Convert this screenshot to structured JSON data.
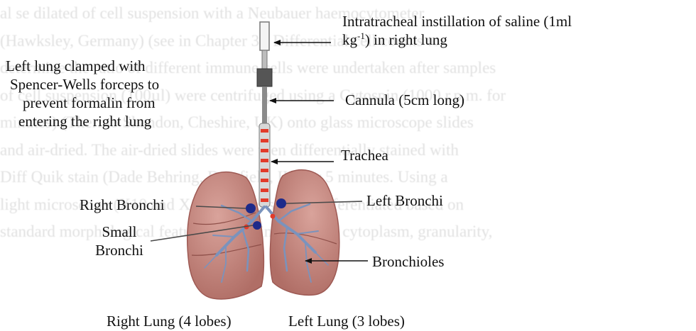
{
  "labels": {
    "saline_pre": "Intratracheal instillation of saline (1ml",
    "saline_unit": "kg",
    "saline_exp": "-1",
    "saline_post": ") in right lung",
    "clamp_1": "Left lung clamped with",
    "clamp_2": "Spencer-Wells forceps to",
    "clamp_3": "prevent formalin from",
    "clamp_4": "entering the right lung",
    "cannula": "Cannula (5cm long)",
    "trachea": "Trachea",
    "right_bronchi": "Right Bronchi",
    "left_bronchi": "Left Bronchi",
    "small_1": "Small",
    "small_2": "Bronchi",
    "bronchioles": "Bronchioles",
    "right_lung": "Right Lung (4 lobes)",
    "left_lung": "Left Lung (3 lobes)"
  },
  "background_lines": [
    "al se dilated of cell suspension with a Neubauer haemocytometer",
    "(Hawksley, Germany) (see in Chapter 3). Differential cell counts to",
    "determine the ratio of different immune cells were undertaken after samples",
    "of cell suspension (100µl) were centrifuged using a Cytospin (1000 r.p.m. for",
    "minutes) (Thermo Shandon, Cheshire, UK) onto glass microscope slides",
    "and air-dried. The air-dried slides were then differentially stained with",
    "Diff Quik stain (Dade Behring, Deerfield, IL) for 5 minutes. Using a",
    "light microscope (X10 and X40), the cells were differentiated based on",
    "standard morphological features, including nucleus, cytoplasm, granularity,"
  ],
  "colors": {
    "lung_fill": "#c98a82",
    "lung_edge": "#9e5a54",
    "bronchi": "#7a93bd",
    "node": "#1d2a8a",
    "red_mark": "#e23b2a",
    "cannula": "#8a8a8a",
    "connector": "#4a4a4a"
  }
}
